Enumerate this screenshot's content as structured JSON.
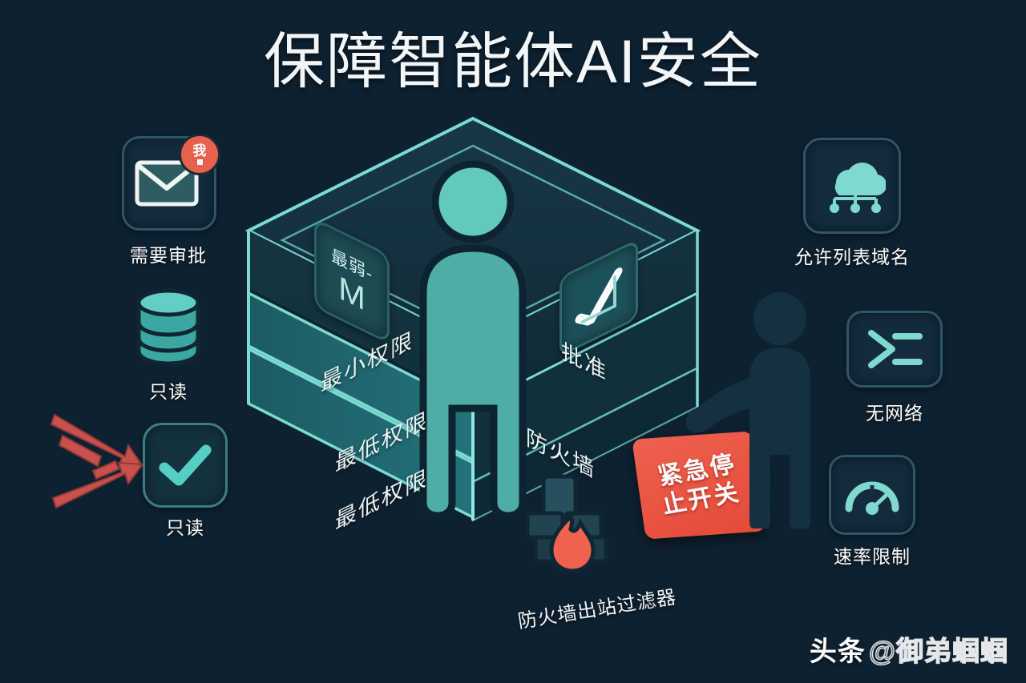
{
  "title": "保障智能体AI安全",
  "background_color": "#0e2130",
  "accent_color": "#5ecfc4",
  "danger_color": "#e8503f",
  "left_column": [
    {
      "icon": "envelope-badge-icon",
      "label": "需要审批",
      "badge_text": "我"
    },
    {
      "icon": "database-cylinder-icon",
      "label": "只读"
    },
    {
      "icon": "checkmark-tile-icon",
      "label": "只读"
    }
  ],
  "right_column": [
    {
      "icon": "cloud-network-icon",
      "label": "允许列表域名"
    },
    {
      "icon": "terminal-prompt-icon",
      "label": "无网络"
    },
    {
      "icon": "gauge-meter-icon",
      "label": "速率限制"
    }
  ],
  "cube": {
    "left_tile": {
      "icon": "signal-weak-icon",
      "tile_text": "最弱-",
      "tile_glyph": "M",
      "label": "最小权限"
    },
    "right_tile": {
      "icon": "approve-check-icon",
      "label": "批准"
    },
    "bands": [
      {
        "label": "最低权限"
      },
      {
        "label": "最低权限"
      }
    ],
    "right_face_label": "防火墙",
    "figure": "person-inside-cube"
  },
  "firewall": {
    "icon": "firewall-brick-flame-icon",
    "caption": "防火墙出站过滤器"
  },
  "emergency_stop": {
    "line1": "紧急停",
    "line2": "止开关"
  },
  "operator_figure": "person-reaching-silhouette",
  "arrows": {
    "icon": "red-arrow-icon",
    "count": 2
  },
  "watermark": {
    "brand": "头条",
    "user": "@御弟蝈蝈"
  }
}
